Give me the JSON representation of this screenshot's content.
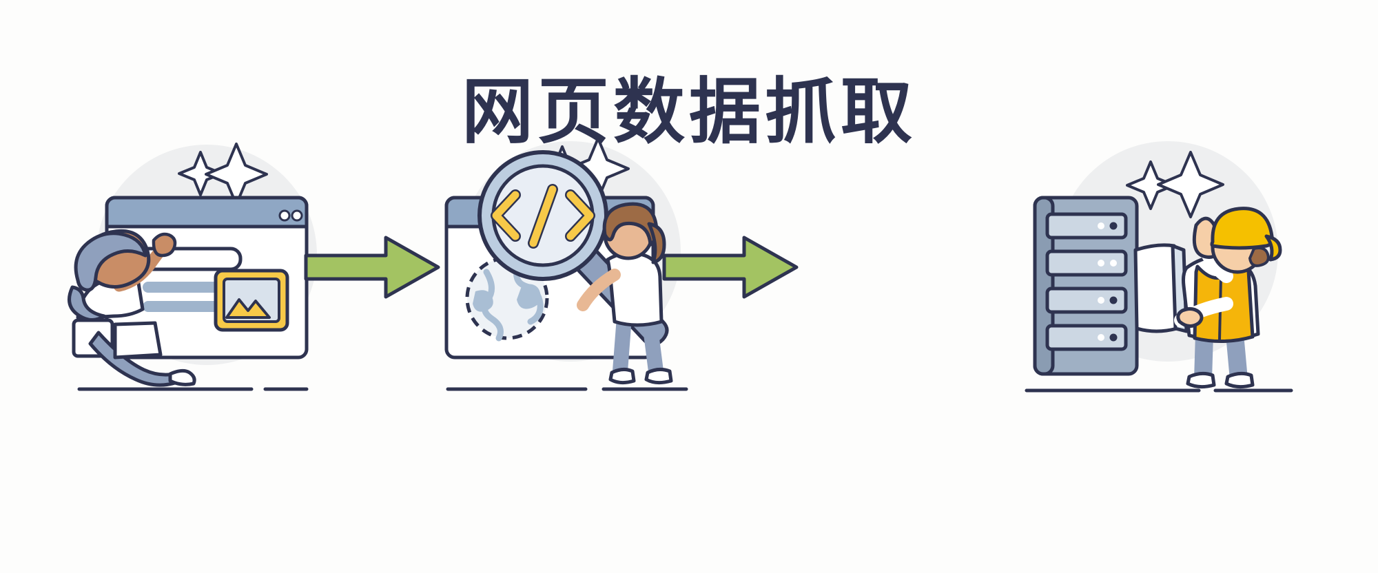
{
  "header": {
    "title": "网页数据抓取"
  },
  "palette": {
    "title_color": "#2e3350",
    "outline": "#2e3350",
    "background": "#fdfdfc",
    "disc_grey": "#eeeff0",
    "browser_blue": "#8fa7c4",
    "accent_yellow": "#f7c948",
    "hardhat_yellow": "#f5c000",
    "arrow_green": "#a3c362",
    "server_grey": "#9fb0c4",
    "skin_dark": "#c98d66",
    "skin_light": "#f6cfa8",
    "hair_brown": "#9d6b45",
    "hair_blue": "#8fa0bd",
    "line_placeholder": "#9fb4cc"
  },
  "flow": {
    "steps": [
      {
        "id": "step-1",
        "name": "step-1-browse-webpage",
        "icons": [
          "browser-window-icon",
          "search-input-icon",
          "image-placeholder-icon",
          "mountain-icon",
          "sparkle-icon",
          "person-browsing-icon",
          "laptop-icon",
          "stool-icon"
        ]
      },
      {
        "id": "step-2",
        "name": "step-2-inspect-code",
        "icons": [
          "browser-window-icon",
          "magnifier-icon",
          "code-brackets-icon",
          "globe-icon",
          "sparkle-icon",
          "person-inspecting-icon"
        ]
      },
      {
        "id": "step-3",
        "name": "step-3-store-data",
        "icons": [
          "server-rack-icon",
          "status-led-icon",
          "clipboard-icon",
          "hard-hat-icon",
          "safety-vest-icon",
          "sparkle-icon",
          "worker-technician-icon"
        ]
      }
    ],
    "connectors": [
      {
        "id": "arrow-1",
        "name": "arrow-right-icon",
        "direction": "right"
      },
      {
        "id": "arrow-2",
        "name": "arrow-right-icon",
        "direction": "right"
      }
    ]
  }
}
